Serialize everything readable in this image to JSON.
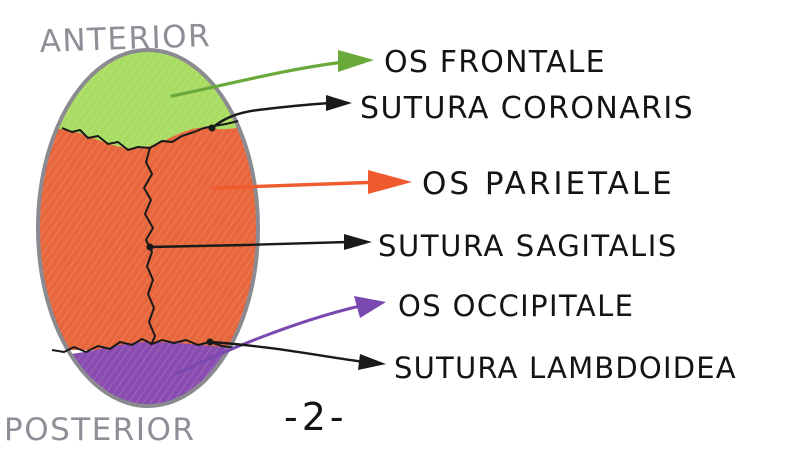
{
  "header": {
    "anterior": "ANTERIOR",
    "posterior": "POSTERIOR",
    "figure_number": "-2-"
  },
  "labels": [
    {
      "key": "os-frontale",
      "text": "OS FRONTALE"
    },
    {
      "key": "sutura-coronaris",
      "text": "SUTURA CORONARIS"
    },
    {
      "key": "os-parietale",
      "text": "OS PARIETALE"
    },
    {
      "key": "sutura-sagitalis",
      "text": "SUTURA SAGITALIS"
    },
    {
      "key": "os-occipitale",
      "text": "OS OCCIPITALE"
    },
    {
      "key": "sutura-lambdoidea",
      "text": "SUTURA LAMBDOIDEA"
    }
  ],
  "colors": {
    "frontal": "#a9dc62",
    "parietal": "#e8663c",
    "occipital": "#8a4cb0",
    "outline": "#8a8a90",
    "suture": "#1a1a1a",
    "ink": "#141414",
    "pencil": "#8e8e96",
    "arrow_frontale": "#6aaa3a",
    "arrow_parietale": "#ef5a2e",
    "arrow_occipitale": "#7a49b0"
  }
}
